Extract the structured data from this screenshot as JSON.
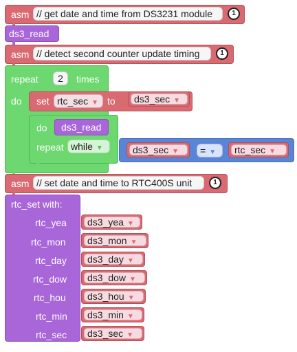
{
  "workspace": {
    "asm_1": {
      "keyword": "asm",
      "comment": "// get date and time from DS3231 module",
      "badge": "1"
    },
    "ds3_read_1": {
      "label": "ds3_read"
    },
    "asm_2": {
      "keyword": "asm",
      "comment": "// detect second counter update timing",
      "badge": "1"
    },
    "repeat_block": {
      "repeat_label": "repeat",
      "count": "2",
      "times_label": "times",
      "do_label": "do",
      "set_label": "set",
      "set_var": "rtc_sec",
      "to_label": "to",
      "set_value": "ds3_sec",
      "inner_do_label": "do",
      "inner_call": "ds3_read",
      "inner_repeat_label": "repeat",
      "mode": "while",
      "left_operand": "ds3_sec",
      "operator": "=",
      "right_operand": "rtc_sec"
    },
    "asm_3": {
      "keyword": "asm",
      "comment": "// set date and time to RTC400S unit",
      "badge": "1"
    },
    "rtc_set": {
      "title": "rtc_set  with:",
      "params": [
        {
          "name": "rtc_yea",
          "value": "ds3_yea"
        },
        {
          "name": "rtc_mon",
          "value": "ds3_mon"
        },
        {
          "name": "rtc_day",
          "value": "ds3_day"
        },
        {
          "name": "rtc_dow",
          "value": "ds3_dow"
        },
        {
          "name": "rtc_hou",
          "value": "ds3_hou"
        },
        {
          "name": "rtc_min",
          "value": "ds3_min"
        },
        {
          "name": "rtc_sec",
          "value": "ds3_sec"
        }
      ]
    }
  }
}
